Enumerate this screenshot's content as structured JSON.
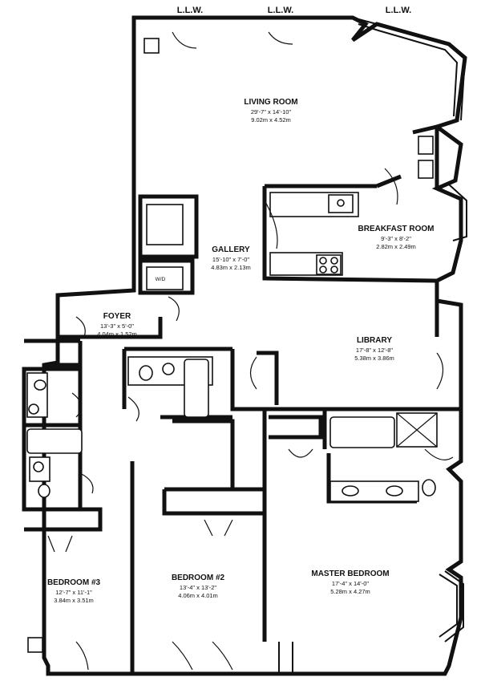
{
  "window_labels": [
    "L.L.W.",
    "L.L.W.",
    "L.L.W."
  ],
  "rooms": {
    "living": {
      "name": "LIVING ROOM",
      "dim_ft": "29'-7\" x 14'-10\"",
      "dim_m": "9.02m x 4.52m"
    },
    "breakfast": {
      "name": "BREAKFAST ROOM",
      "dim_ft": "9'-3\" x 8'-2\"",
      "dim_m": "2.82m x 2.49m"
    },
    "gallery": {
      "name": "GALLERY",
      "dim_ft": "15'-10\" x 7'-0\"",
      "dim_m": "4.83m x 2.13m"
    },
    "foyer": {
      "name": "FOYER",
      "dim_ft": "13'-3\" x 5'-0\"",
      "dim_m": "4.04m x 1.52m"
    },
    "library": {
      "name": "LIBRARY",
      "dim_ft": "17'-8\" x 12'-8\"",
      "dim_m": "5.38m x 3.86m"
    },
    "bedroom3": {
      "name": "BEDROOM #3",
      "dim_ft": "12'-7\" x 11'-1\"",
      "dim_m": "3.84m x 3.51m"
    },
    "bedroom2": {
      "name": "BEDROOM #2",
      "dim_ft": "13'-4\" x 13'-2\"",
      "dim_m": "4.06m x 4.01m"
    },
    "master": {
      "name": "MASTER BEDROOM",
      "dim_ft": "17'-4\" x 14'-0\"",
      "dim_m": "5.28m x 4.27m"
    }
  },
  "closet_label": "W/D"
}
